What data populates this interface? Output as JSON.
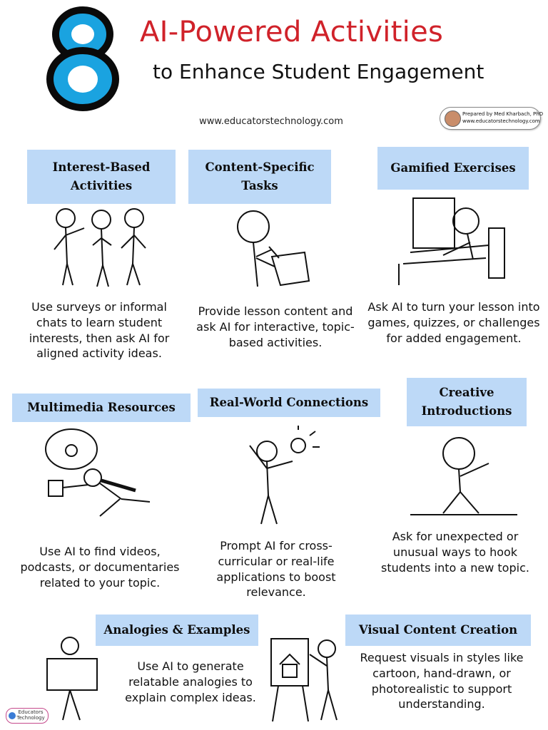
{
  "header": {
    "number": "8",
    "title_line1": "AI-Powered Activities",
    "title_line2": "to Enhance Student Engagement",
    "website": "www.educatorstechnology.com",
    "badge_line1": "Prepared by Med Kharbach, PhD",
    "badge_line2": "www.educatorstechnology.com"
  },
  "colors": {
    "accent_red": "#d0222a",
    "number_blue": "#1aa3e0",
    "label_blue": "#bdd9f7"
  },
  "activities": [
    {
      "title": "Interest-Based Activities",
      "description": "Use surveys or informal chats to learn student interests, then ask AI for aligned activity ideas."
    },
    {
      "title": "Content-Specific Tasks",
      "description": "Provide lesson content and ask AI for interactive, topic-based activities."
    },
    {
      "title": "Gamified Exercises",
      "description": "Ask AI to turn your lesson into games, quizzes, or challenges for added engagement."
    },
    {
      "title": "Multimedia Resources",
      "description": "Use AI to find videos, podcasts, or documentaries related to your topic."
    },
    {
      "title": "Real-World Connections",
      "description": "Prompt AI for cross-curricular or real-life applications to boost relevance."
    },
    {
      "title": "Creative Introductions",
      "description": "Ask for unexpected or unusual ways to hook students into a new topic."
    },
    {
      "title": "Analogies & Examples",
      "description": "Use AI to generate relatable analogies to explain complex ideas."
    },
    {
      "title": "Visual Content Creation",
      "description": "Request visuals in styles like cartoon, hand-drawn, or photorealistic to support understanding."
    }
  ],
  "footer": {
    "logo_text": "Educators Technology"
  }
}
